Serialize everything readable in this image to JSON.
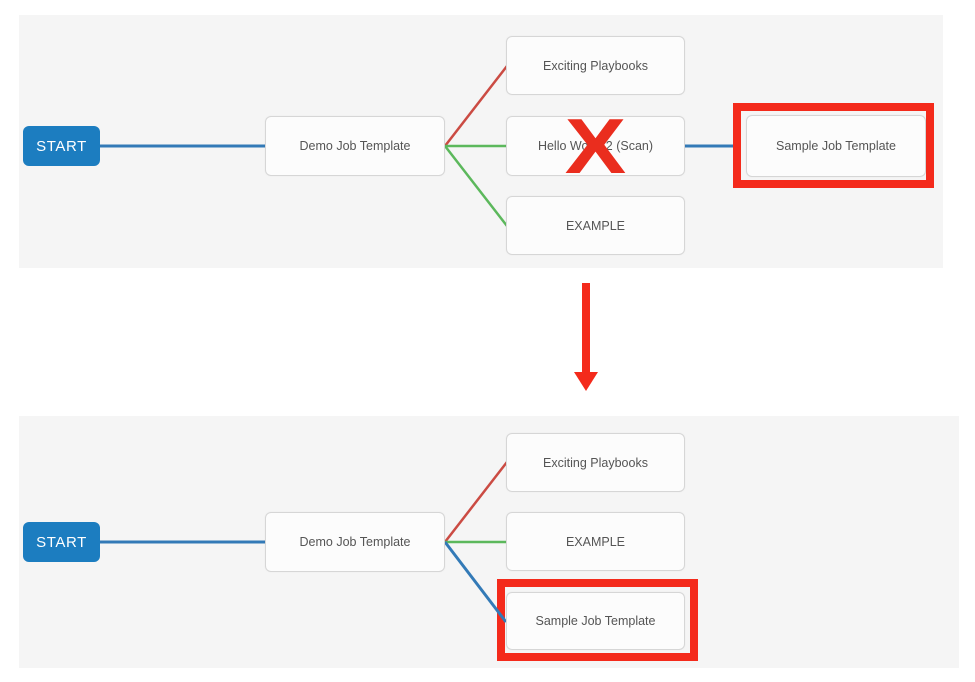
{
  "colors": {
    "annotation_red": "#f42a1b",
    "link_blue": "#337ab7",
    "link_red": "#cb4b43",
    "link_green": "#5cb85c",
    "start_button_blue": "#1c7dc0",
    "panel_background": "#f5f5f5"
  },
  "before": {
    "start_label": "START",
    "root": "Demo Job Template",
    "children": [
      "Exciting Playbooks",
      "Hello World 2 (Scan)",
      "EXAMPLE"
    ],
    "target": "Sample Job Template",
    "delete_marker": "X"
  },
  "after": {
    "start_label": "START",
    "root": "Demo Job Template",
    "children": [
      "Exciting Playbooks",
      "EXAMPLE",
      "Sample Job Template"
    ]
  }
}
